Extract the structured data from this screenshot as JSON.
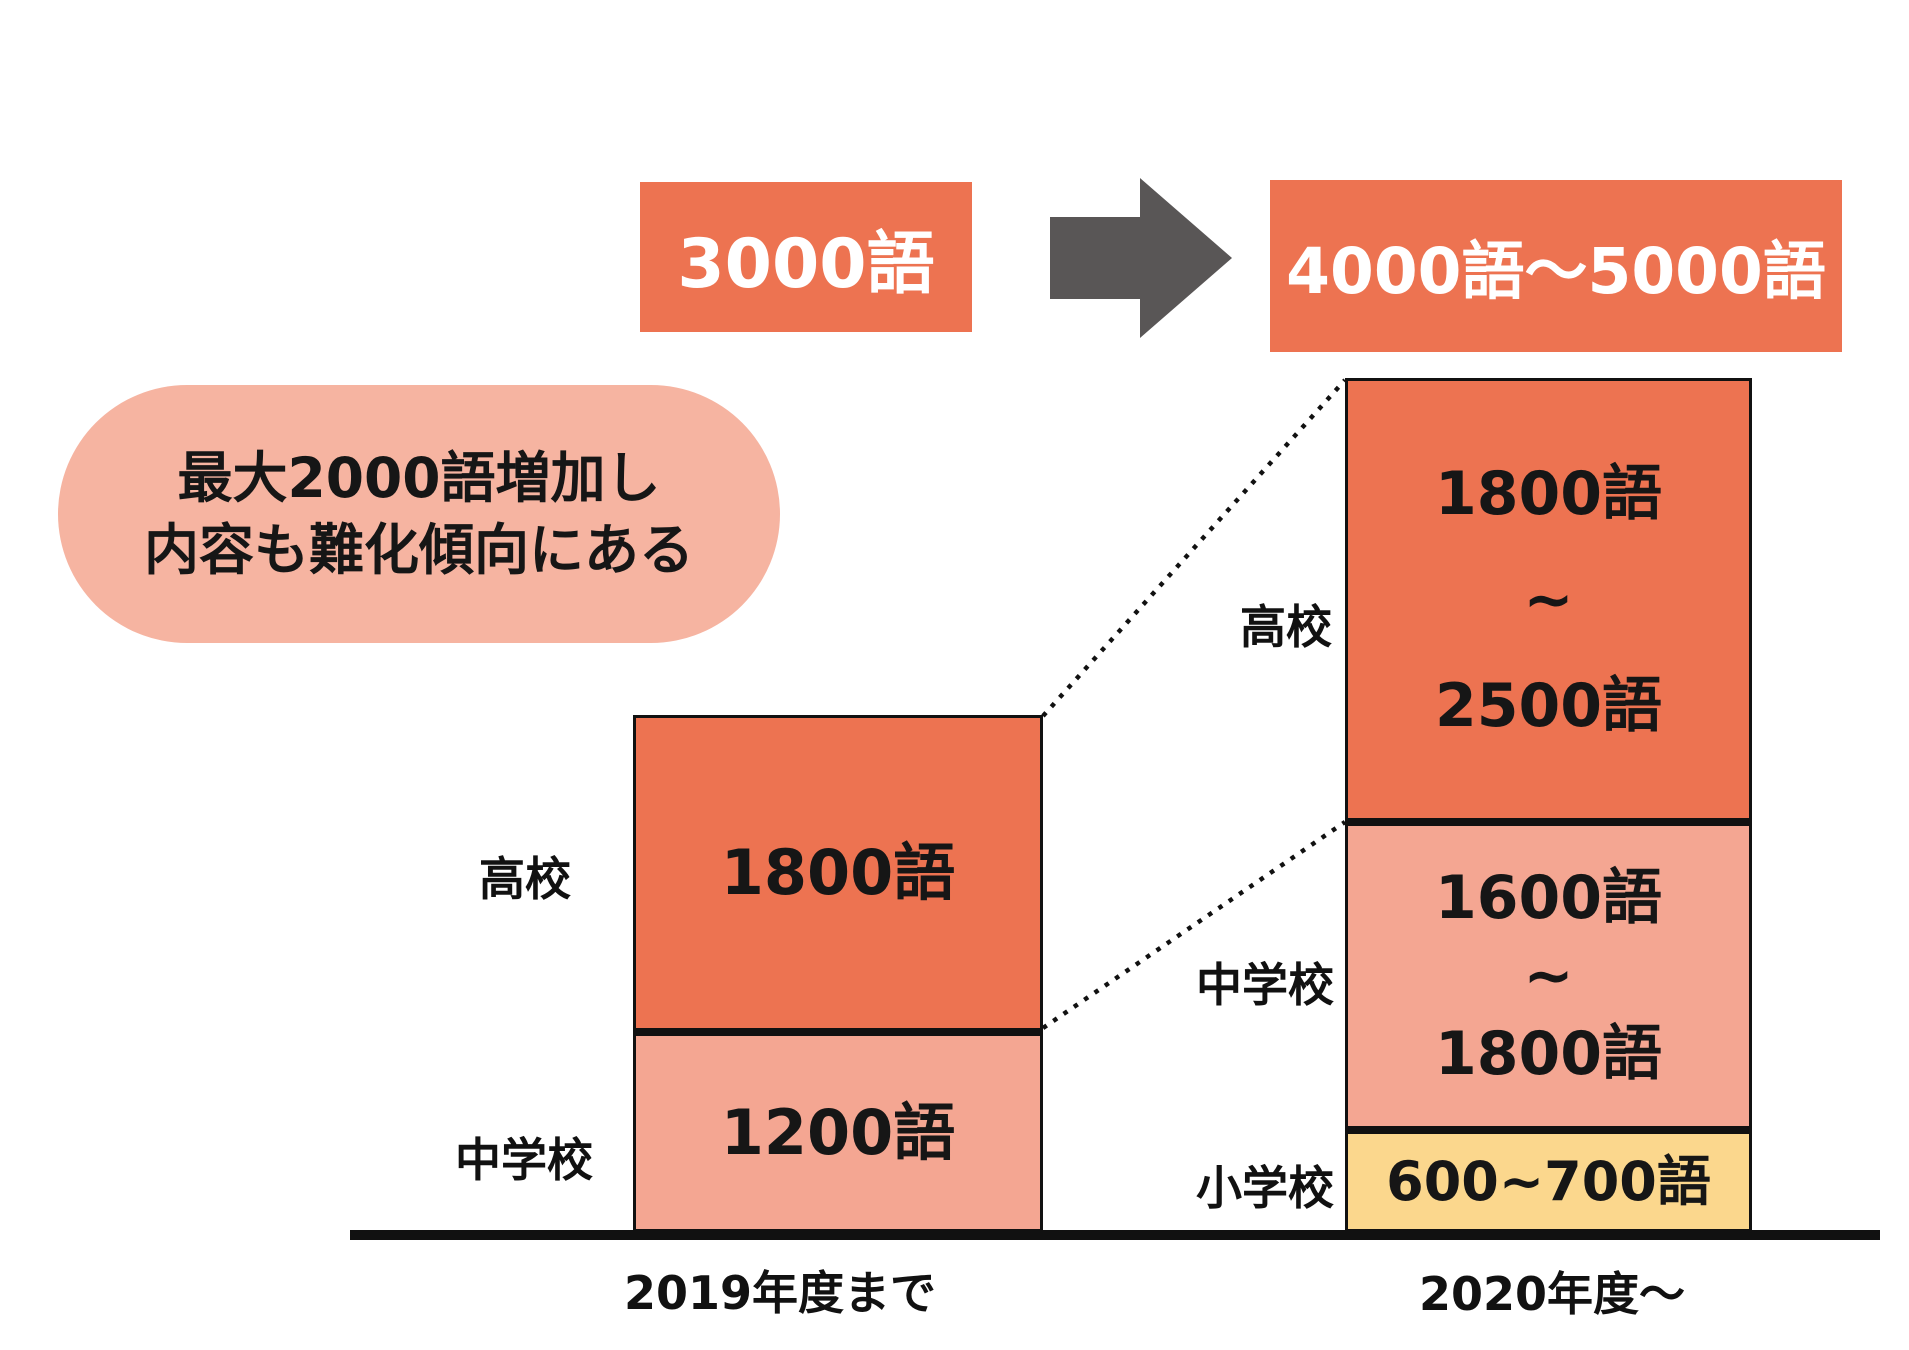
{
  "flow": {
    "before": "3000語",
    "after": "4000語〜5000語"
  },
  "callout": {
    "line1": "最大2000語増加し",
    "line2": "内容も難化傾向にある"
  },
  "left_bar": {
    "axis_label": "2019年度まで",
    "segments": [
      {
        "school": "高校",
        "words": "1800語"
      },
      {
        "school": "中学校",
        "words": "1200語"
      }
    ]
  },
  "right_bar": {
    "axis_label": "2020年度〜",
    "segments": [
      {
        "school": "高校",
        "words_from": "1800語",
        "tilde": "~",
        "words_to": "2500語"
      },
      {
        "school": "中学校",
        "words_from": "1600語",
        "tilde": "~",
        "words_to": "1800語"
      },
      {
        "school": "小学校",
        "words": "600~700語"
      }
    ]
  },
  "colors": {
    "orange": "#ED7351",
    "salmon": "#F4A692",
    "bubble_pink": "#F6B4A1",
    "yellow": "#FBD78D",
    "arrow_gray": "#595656",
    "line_black": "#111111"
  },
  "chart_data": {
    "type": "bar",
    "subtype": "stacked-schematic-comparison",
    "categories": [
      "2019年度まで",
      "2020年度〜"
    ],
    "series": [
      {
        "name": "高校",
        "values": [
          "1800語",
          "1800語〜2500語"
        ]
      },
      {
        "name": "中学校",
        "values": [
          "1200語",
          "1600語〜1800語"
        ]
      },
      {
        "name": "小学校",
        "values": [
          null,
          "600〜700語"
        ]
      }
    ],
    "totals": {
      "2019年度まで": "3000語",
      "2020年度〜": "4000語〜5000語"
    },
    "annotation": "最大2000語増加し内容も難化傾向にある",
    "legend_position": "none",
    "grid": false,
    "connectors": "dotted lines link 2019 segment tops to 2020 segment tops"
  }
}
